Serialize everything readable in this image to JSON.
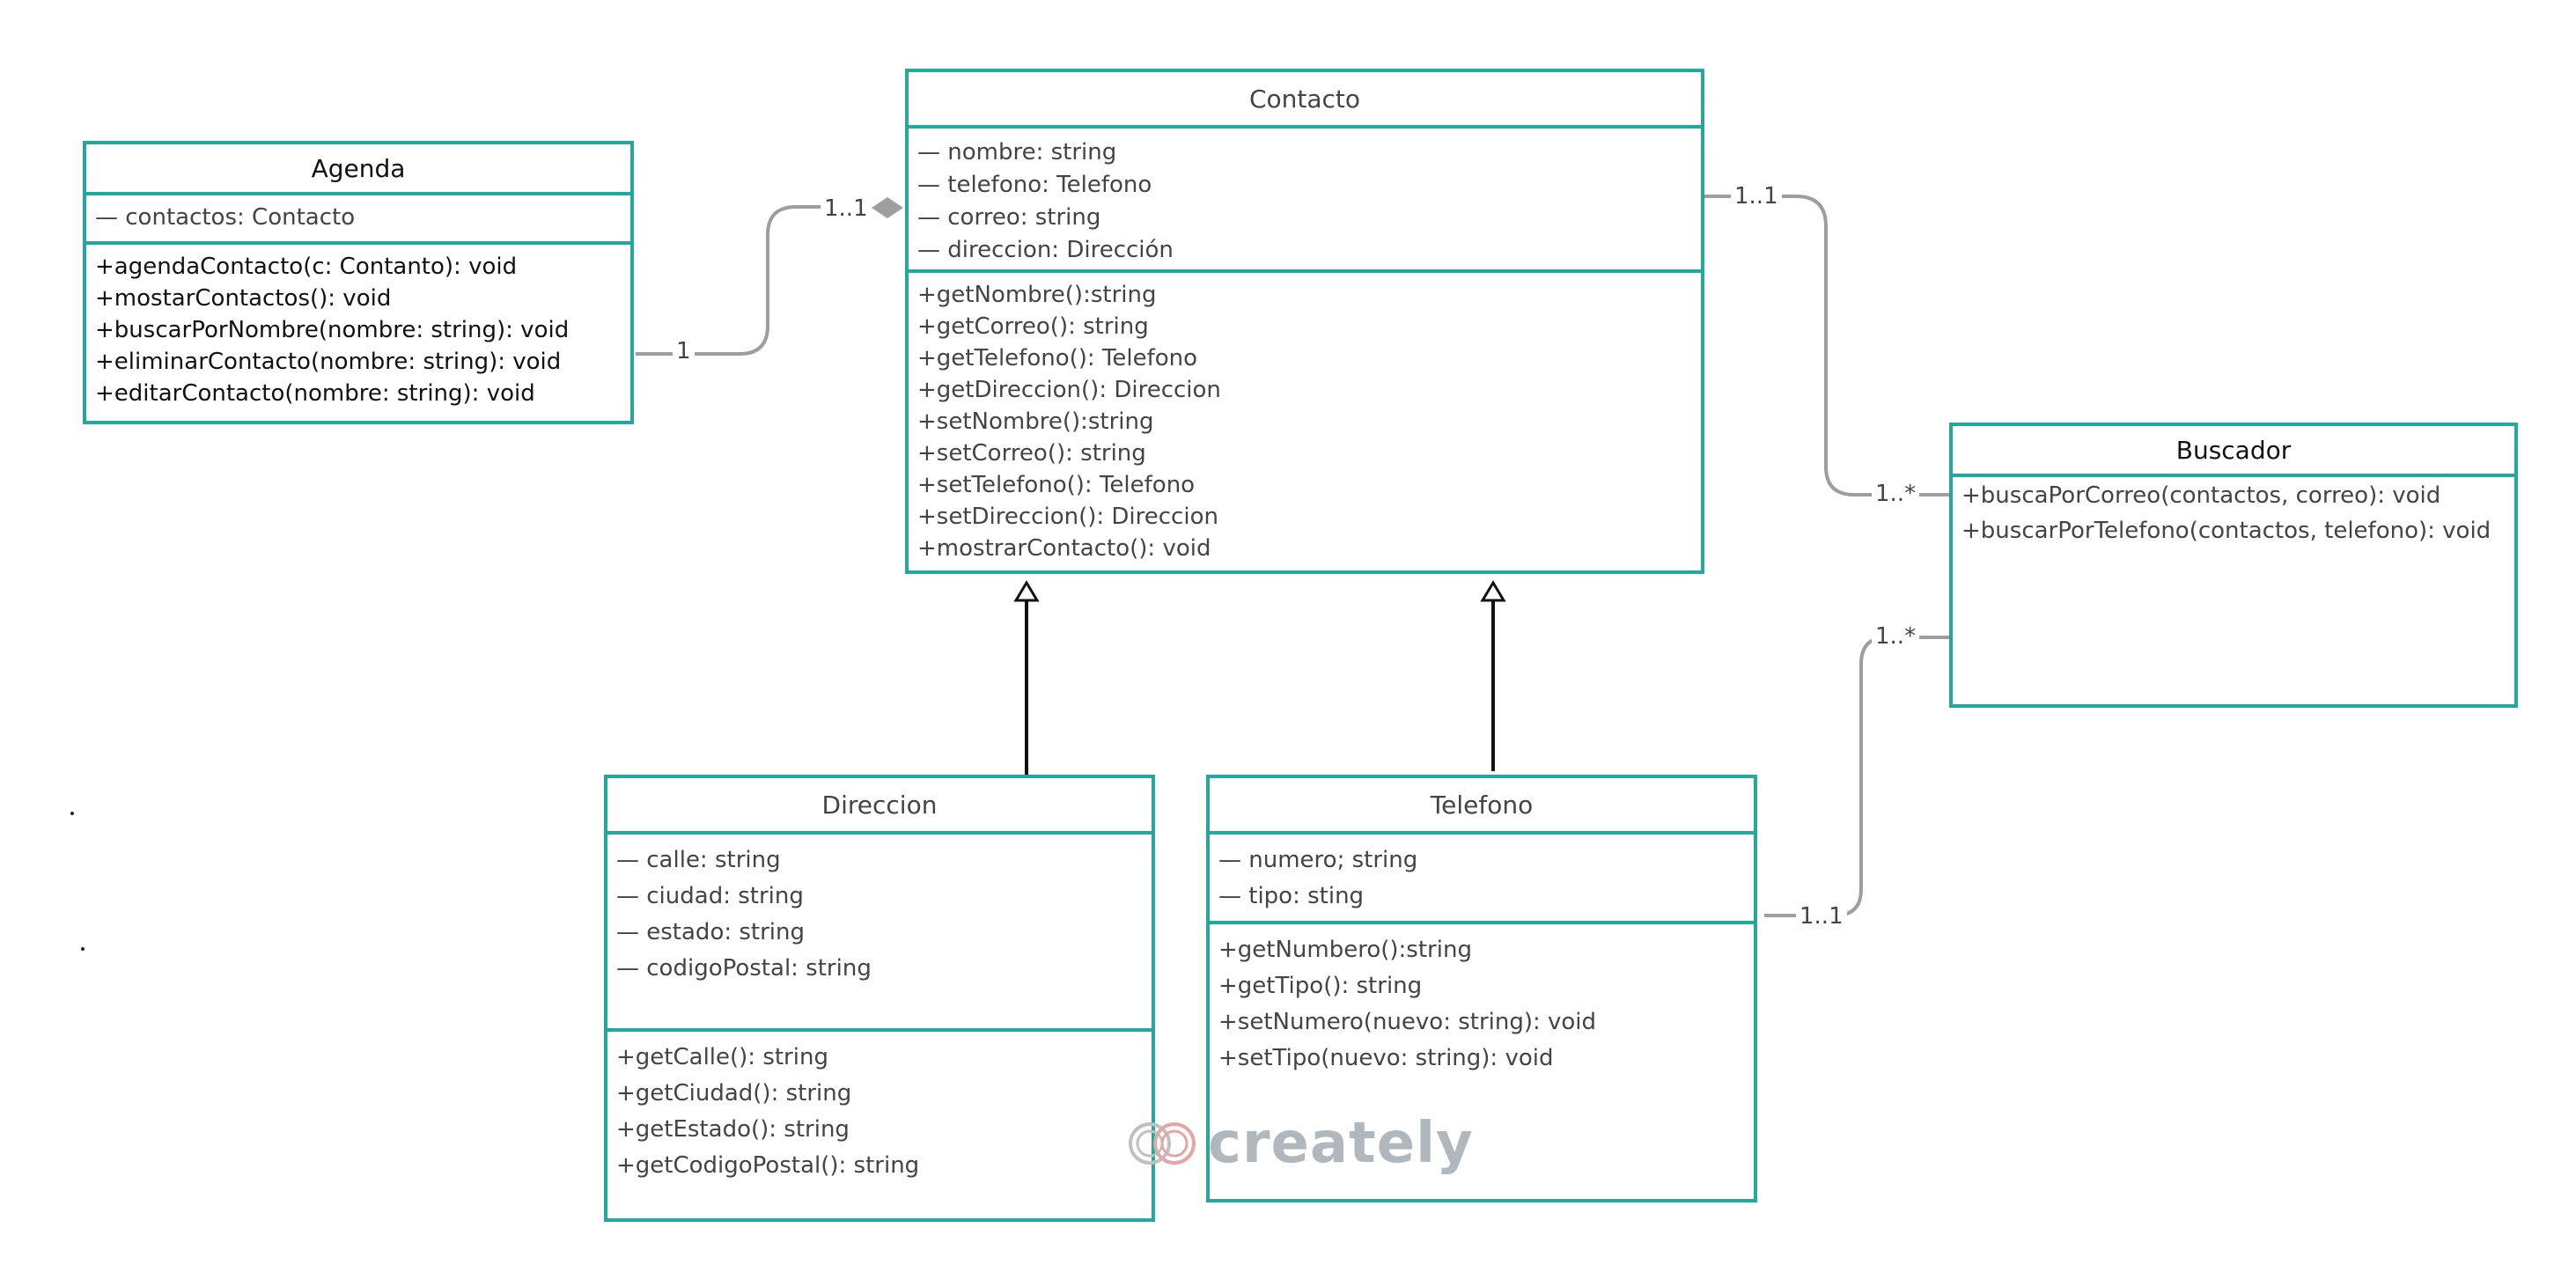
{
  "watermark": "creately",
  "classes": {
    "agenda": {
      "name": "Agenda",
      "attributes": [
        "— contactos: Contacto"
      ],
      "operations": [
        "+agendaContacto(c: Contanto): void",
        "+mostarContactos(): void",
        "+buscarPorNombre(nombre: string): void",
        "+eliminarContacto(nombre: string): void",
        "+editarContacto(nombre: string): void"
      ]
    },
    "contacto": {
      "name": "Contacto",
      "attributes": [
        "— nombre: string",
        "— telefono: Telefono",
        "— correo: string",
        "— direccion: Dirección"
      ],
      "operations": [
        "+getNombre():string",
        "+getCorreo(): string",
        "+getTelefono(): Telefono",
        "+getDireccion(): Direccion",
        "+setNombre():string",
        "+setCorreo(): string",
        "+setTelefono(): Telefono",
        "+setDireccion(): Direccion",
        "+mostrarContacto(): void"
      ]
    },
    "buscador": {
      "name": "Buscador",
      "attributes": [],
      "operations": [
        "+buscaPorCorreo(contactos, correo): void",
        "+buscarPorTelefono(contactos, telefono): void"
      ]
    },
    "direccion": {
      "name": "Direccion",
      "attributes": [
        "— calle: string",
        "— ciudad: string",
        "— estado: string",
        "— codigoPostal: string"
      ],
      "operations": [
        "+getCalle(): string",
        "+getCiudad(): string",
        "+getEstado(): string",
        "+getCodigoPostal(): string"
      ]
    },
    "telefono": {
      "name": "Telefono",
      "attributes": [
        "— numero; string",
        "— tipo: sting"
      ],
      "operations": [
        "+getNumbero():string",
        "+getTipo(): string",
        "+setNumero(nuevo: string): void",
        "+setTipo(nuevo: string): void"
      ]
    }
  },
  "multiplicities": {
    "agenda_end": "1",
    "contacto_agenda_end": "1..1",
    "contacto_buscador_end": "1..1",
    "buscador_contacto_end": "1..*",
    "buscador_telefono_end": "1..*",
    "telefono_buscador_end": "1..1"
  },
  "colors": {
    "class_border": "#25a89b",
    "connector": "#9e9e9e",
    "inheritance": "#111111",
    "diamond": "#9e9e9e"
  }
}
